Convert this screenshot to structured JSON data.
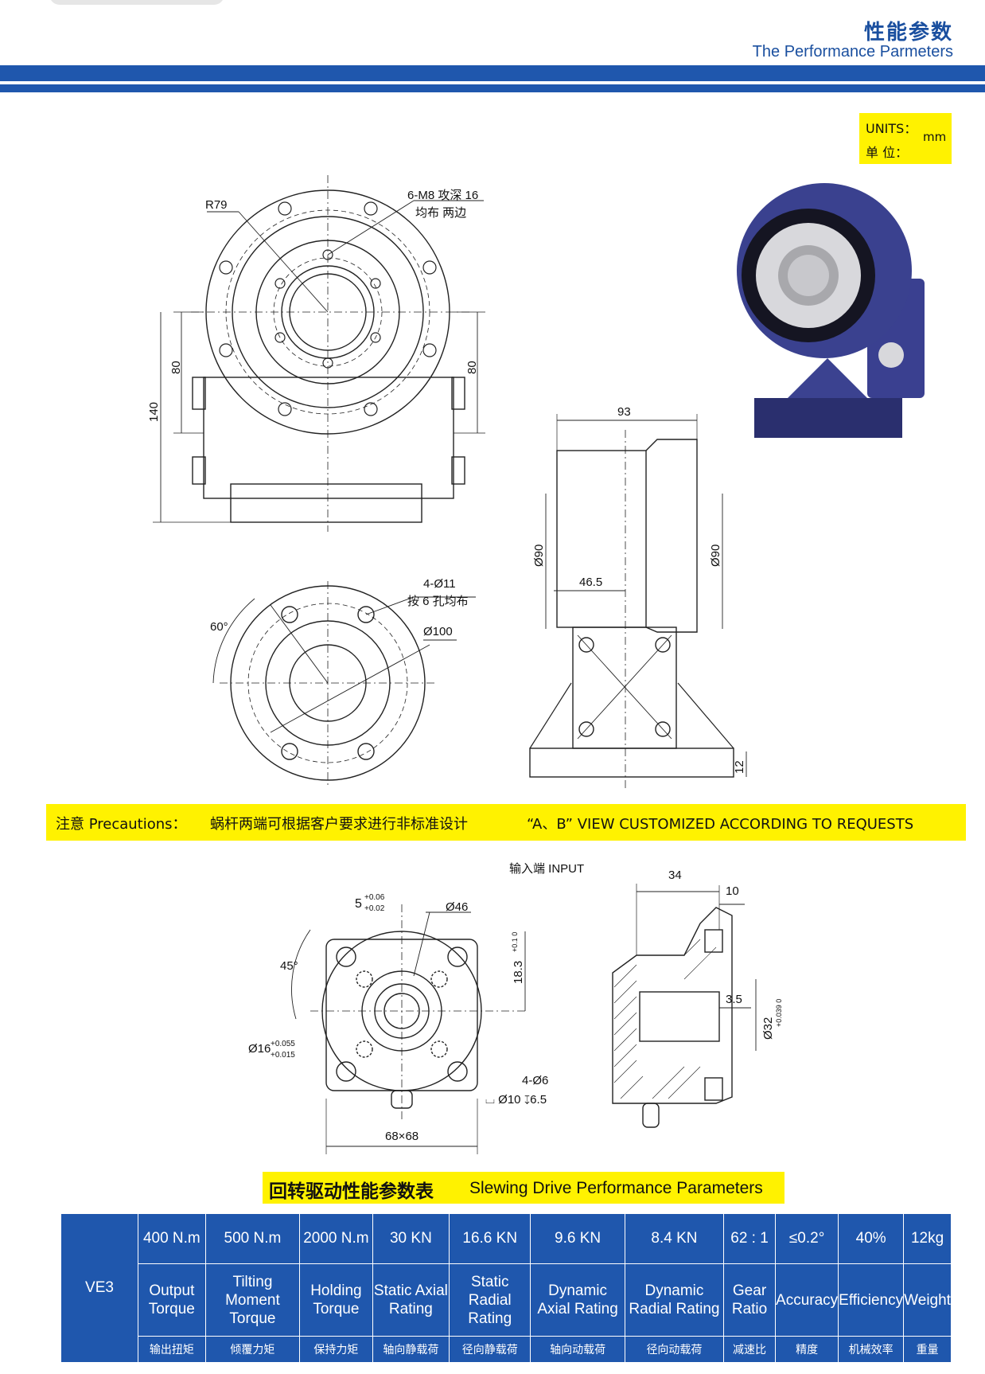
{
  "header": {
    "title_cn": "性能参数",
    "title_en": "The Performance Parmeters"
  },
  "units": {
    "line1": "UNITS：",
    "line2": "单  位：",
    "value": "mm"
  },
  "drawing_labels": {
    "r79": "R79",
    "holes_top": "6-M8 攻深 16",
    "holes_top_sub": "均布 两边",
    "dim_80_left": "80",
    "dim_140": "140",
    "dim_80_right": "80",
    "dim_93": "93",
    "dim_90_left": "Ø90",
    "dim_90_right": "Ø90",
    "dim_46_5": "46.5",
    "dim_12": "12",
    "holes_base": "4-Ø11",
    "holes_base_sub": "按 6 孔均布",
    "dia_100": "Ø100",
    "angle_60": "60°",
    "input_label": "输入端 INPUT",
    "tol_5": "5",
    "tol_5_up": "+0.06",
    "tol_5_dn": "+0.02",
    "dia_46": "Ø46",
    "angle_45": "45°",
    "dim_18_3": "18.3",
    "dim_18_3_tol": "+0.1 0",
    "dia_16": "Ø16",
    "dia_16_up": "+0.055",
    "dia_16_dn": "+0.015",
    "holes_input": "4-Ø6",
    "counterbore": "⌴ Ø10 ↧6.5",
    "dim_68": "68×68",
    "dim_34": "34",
    "dim_10": "10",
    "dim_3_5": "3.5",
    "dia_32": "Ø32",
    "dia_32_tol": "+0.039 0"
  },
  "note": {
    "label": "注意 Precautions：",
    "text_cn": "蜗杆两端可根据客户要求进行非标准设计",
    "text_en": "“A、B” VIEW CUSTOMIZED ACCORDING TO REQUESTS"
  },
  "perf_title": {
    "cn": "回转驱动性能参数表",
    "en": "Slewing Drive Performance Parameters"
  },
  "table": {
    "model": "VE3",
    "columns": [
      {
        "value": "400 N.m",
        "label": "Output Torque",
        "cn": "输出扭矩"
      },
      {
        "value": "500 N.m",
        "label": "Tilting Moment Torque",
        "cn": "倾覆力矩"
      },
      {
        "value": "2000 N.m",
        "label": "Holding Torque",
        "cn": "保持力矩"
      },
      {
        "value": "30 KN",
        "label": "Static Axial Rating",
        "cn": "轴向静载荷"
      },
      {
        "value": "16.6 KN",
        "label": "Static Radial Rating",
        "cn": "径向静载荷"
      },
      {
        "value": "9.6 KN",
        "label": "Dynamic Axial Rating",
        "cn": "轴向动载荷"
      },
      {
        "value": "8.4 KN",
        "label": "Dynamic Radial Rating",
        "cn": "径向动载荷"
      },
      {
        "value": "62 : 1",
        "label": "Gear Ratio",
        "cn": "减速比"
      },
      {
        "value": "≤0.2°",
        "label": "Accuracy",
        "cn": "精度"
      },
      {
        "value": "40%",
        "label": "Efficiency",
        "cn": "机械效率"
      },
      {
        "value": "12kg",
        "label": "Weight",
        "cn": "重量"
      }
    ]
  },
  "colors": {
    "brand_blue": "#1f57ad",
    "highlight_yellow": "#fff200"
  }
}
